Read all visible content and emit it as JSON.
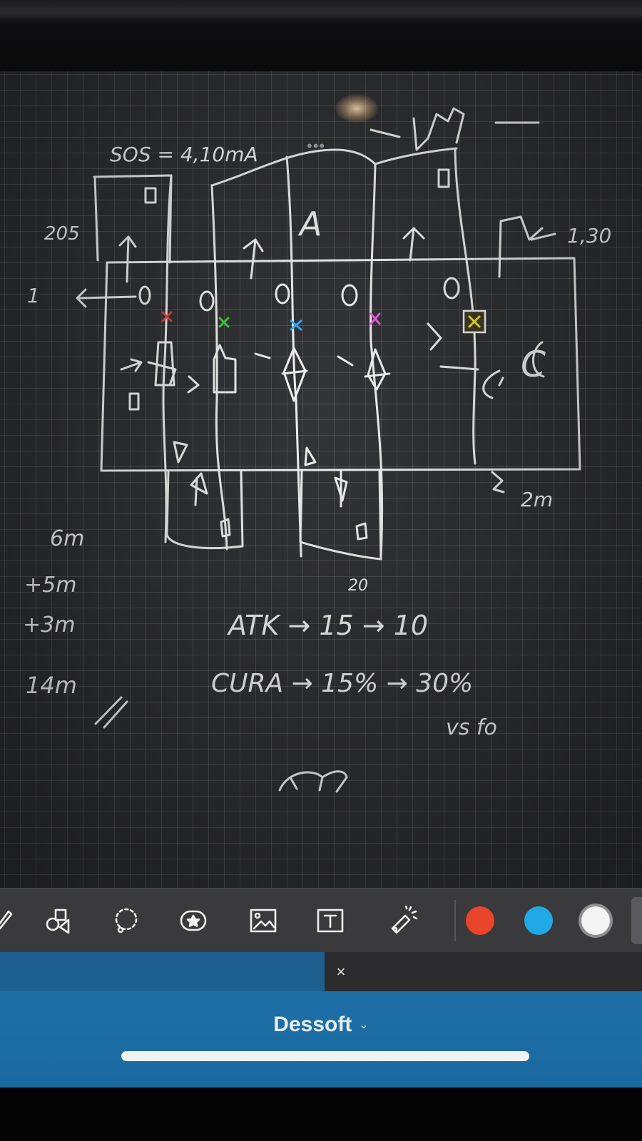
{
  "canvas": {
    "more_menu": "•••",
    "handwriting": {
      "sos": "SOS = 4,10mA",
      "top_right": "1,30",
      "left_205": "205",
      "left_1": "1",
      "letter_a_center": "A",
      "right_c": "C",
      "label_2m": "2m",
      "label_6m": "6m",
      "label_5m": "+5m",
      "label_3m": "+3m",
      "label_14m": "14m",
      "label_20": "20",
      "atk_line": "ATK → 15 → 10",
      "cura_line": "CURA → 15% → 30%",
      "vs_line": "vs fo"
    },
    "marker_colors": {
      "red": "#e23a3a",
      "green": "#3bd13b",
      "blue": "#2fa6ff",
      "pink": "#e85ad8",
      "yellow": "#f2e22a"
    }
  },
  "toolbar": {
    "tools": [
      {
        "name": "pen-icon"
      },
      {
        "name": "shapes-icon"
      },
      {
        "name": "lasso-icon"
      },
      {
        "name": "sticker-icon"
      },
      {
        "name": "image-icon"
      },
      {
        "name": "text-icon"
      },
      {
        "name": "laser-pointer-icon"
      }
    ],
    "colors": {
      "orange": "#e8452a",
      "blue": "#1fa9e6",
      "white": "#f4f4f4"
    }
  },
  "panel": {
    "close_symbol": "×"
  },
  "app_bar": {
    "app_name": "Dessoft",
    "chevron": "⌄",
    "accent": "#1d6ca3"
  }
}
